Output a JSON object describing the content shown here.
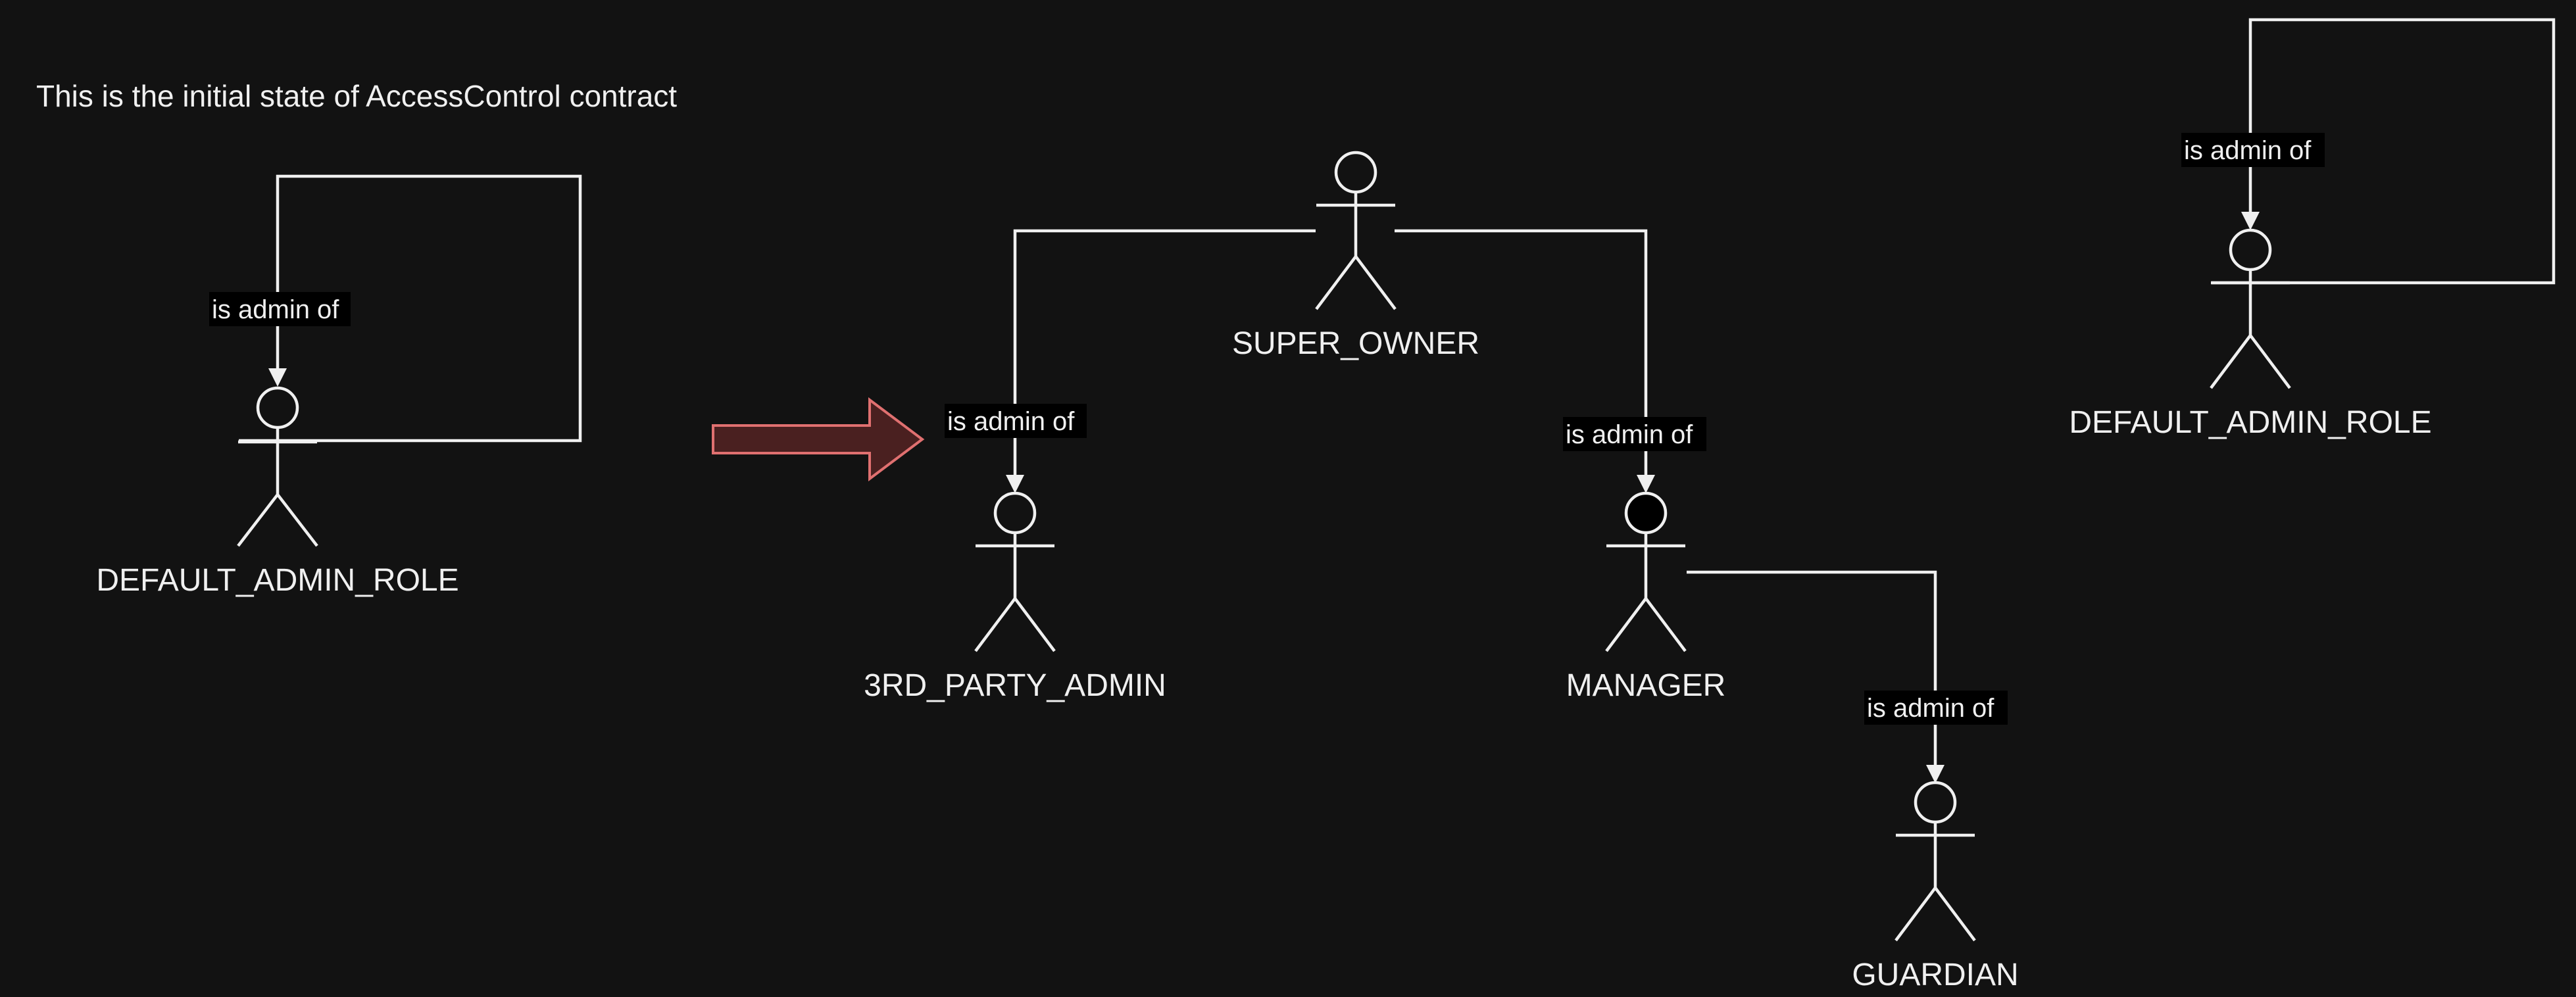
{
  "note": {
    "text": "This is the initial state of AccessControl contract"
  },
  "left_panel": {
    "default_admin_role": "DEFAULT_ADMIN_ROLE",
    "self_edge_label": "is admin of"
  },
  "right_panel": {
    "super_owner": "SUPER_OWNER",
    "third_party_admin": "3RD_PARTY_ADMIN",
    "manager": "MANAGER",
    "guardian": "GUARDIAN",
    "default_admin_role": "DEFAULT_ADMIN_ROLE",
    "edges": {
      "super_owner_to_third_party": "is admin of",
      "super_owner_to_manager": "is admin of",
      "manager_to_guardian": "is admin of",
      "default_admin_self": "is admin of"
    }
  },
  "colors": {
    "background": "#121212",
    "line": "#f0f0f0",
    "transition_fill": "#4a2020",
    "transition_stroke": "#e07070"
  }
}
